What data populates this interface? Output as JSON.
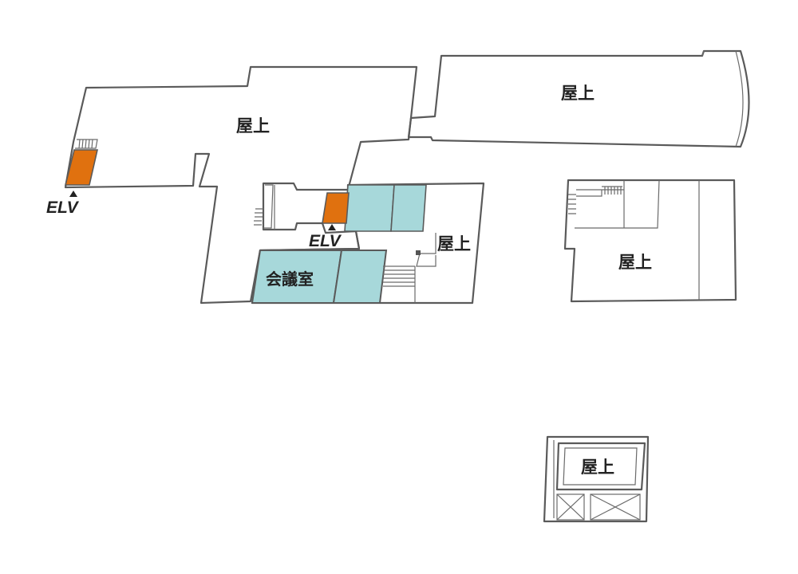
{
  "floor_labels": {
    "roof_top_left": "屋上",
    "roof_top_right": "屋上",
    "roof_center_right": "屋上",
    "roof_east_block": "屋上",
    "roof_small_block": "屋上",
    "meeting_room": "会議室",
    "elevator_west": "ELV",
    "elevator_center": "ELV"
  },
  "colors": {
    "elevator": "#e0710f",
    "meeting_room": "#a7d8da",
    "walls": "#5a5a5a"
  },
  "icons": {
    "elevator_marker": "triangle-up",
    "stairs": "stair-lines",
    "void": "cross-box"
  }
}
